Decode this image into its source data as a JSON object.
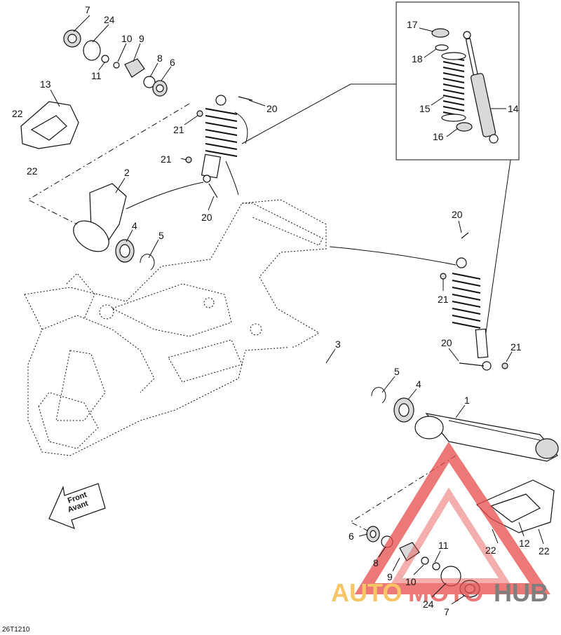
{
  "diagram_code": "26T1210",
  "front_label": {
    "line1": "Front",
    "line2": "Avant"
  },
  "watermark": {
    "part1": "AUTO",
    "part2": "MOTO",
    "part3": "HUB"
  },
  "callouts": [
    {
      "id": "c7-top",
      "label": "7"
    },
    {
      "id": "c24-top",
      "label": "24"
    },
    {
      "id": "c10-top",
      "label": "10"
    },
    {
      "id": "c9-top",
      "label": "9"
    },
    {
      "id": "c8-top",
      "label": "8"
    },
    {
      "id": "c6-top",
      "label": "6"
    },
    {
      "id": "c11-top",
      "label": "11"
    },
    {
      "id": "c13",
      "label": "13"
    },
    {
      "id": "c22-a",
      "label": "22"
    },
    {
      "id": "c22-b",
      "label": "22"
    },
    {
      "id": "c2",
      "label": "2"
    },
    {
      "id": "c4-top",
      "label": "4"
    },
    {
      "id": "c5-top",
      "label": "5"
    },
    {
      "id": "c20-a",
      "label": "20"
    },
    {
      "id": "c21-a",
      "label": "21"
    },
    {
      "id": "c21-b",
      "label": "21"
    },
    {
      "id": "c20-b",
      "label": "20"
    },
    {
      "id": "c17",
      "label": "17"
    },
    {
      "id": "c18",
      "label": "18"
    },
    {
      "id": "c15",
      "label": "15"
    },
    {
      "id": "c16",
      "label": "16"
    },
    {
      "id": "c14",
      "label": "14"
    },
    {
      "id": "c20-c",
      "label": "20"
    },
    {
      "id": "c21-c",
      "label": "21"
    },
    {
      "id": "c20-d",
      "label": "20"
    },
    {
      "id": "c21-d",
      "label": "21"
    },
    {
      "id": "c3",
      "label": "3"
    },
    {
      "id": "c5-bot",
      "label": "5"
    },
    {
      "id": "c4-bot",
      "label": "4"
    },
    {
      "id": "c1",
      "label": "1"
    },
    {
      "id": "c6-bot",
      "label": "6"
    },
    {
      "id": "c8-bot",
      "label": "8"
    },
    {
      "id": "c9-bot",
      "label": "9"
    },
    {
      "id": "c11-bot",
      "label": "11"
    },
    {
      "id": "c10-bot",
      "label": "10"
    },
    {
      "id": "c24-bot",
      "label": "24"
    },
    {
      "id": "c7-bot",
      "label": "7"
    },
    {
      "id": "c22-c",
      "label": "22"
    },
    {
      "id": "c12",
      "label": "12"
    },
    {
      "id": "c22-d",
      "label": "22"
    }
  ]
}
